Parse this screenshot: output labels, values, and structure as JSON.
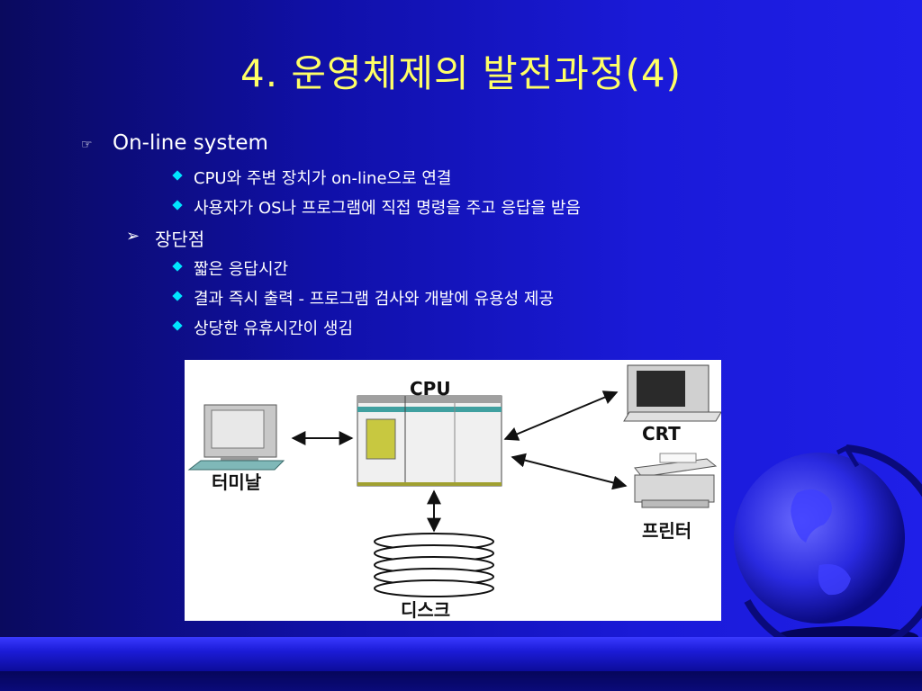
{
  "slide": {
    "title": "4. 운영체제의 발전과정(4)",
    "bullets": [
      {
        "text": "On-line system",
        "icon": "pointing-hand-icon"
      },
      {
        "text": "CPU와 주변 장치가 on-line으로 연결",
        "icon": "diamond-bullet-icon"
      },
      {
        "text": "사용자가 OS나 프로그램에 직접 명령을 주고 응답을 받음",
        "icon": "diamond-bullet-icon"
      },
      {
        "text": "장단점",
        "icon": "arrow-bullet-icon"
      },
      {
        "text": "짧은 응답시간",
        "icon": "diamond-bullet-icon"
      },
      {
        "text": "결과 즉시 출력 - 프로그램 검사와 개발에 유용성 제공",
        "icon": "diamond-bullet-icon"
      },
      {
        "text": "상당한 유휴시간이 생김",
        "icon": "diamond-bullet-icon"
      }
    ]
  },
  "diagram": {
    "cpu_label": "CPU",
    "crt_label": "CRT",
    "terminal_label": "터미날",
    "printer_label": "프린터",
    "disk_label": "디스크"
  },
  "colors": {
    "title": "#ffff66",
    "text": "#ffffff",
    "bullet": "#00e5ff",
    "background": "#1414b8"
  }
}
